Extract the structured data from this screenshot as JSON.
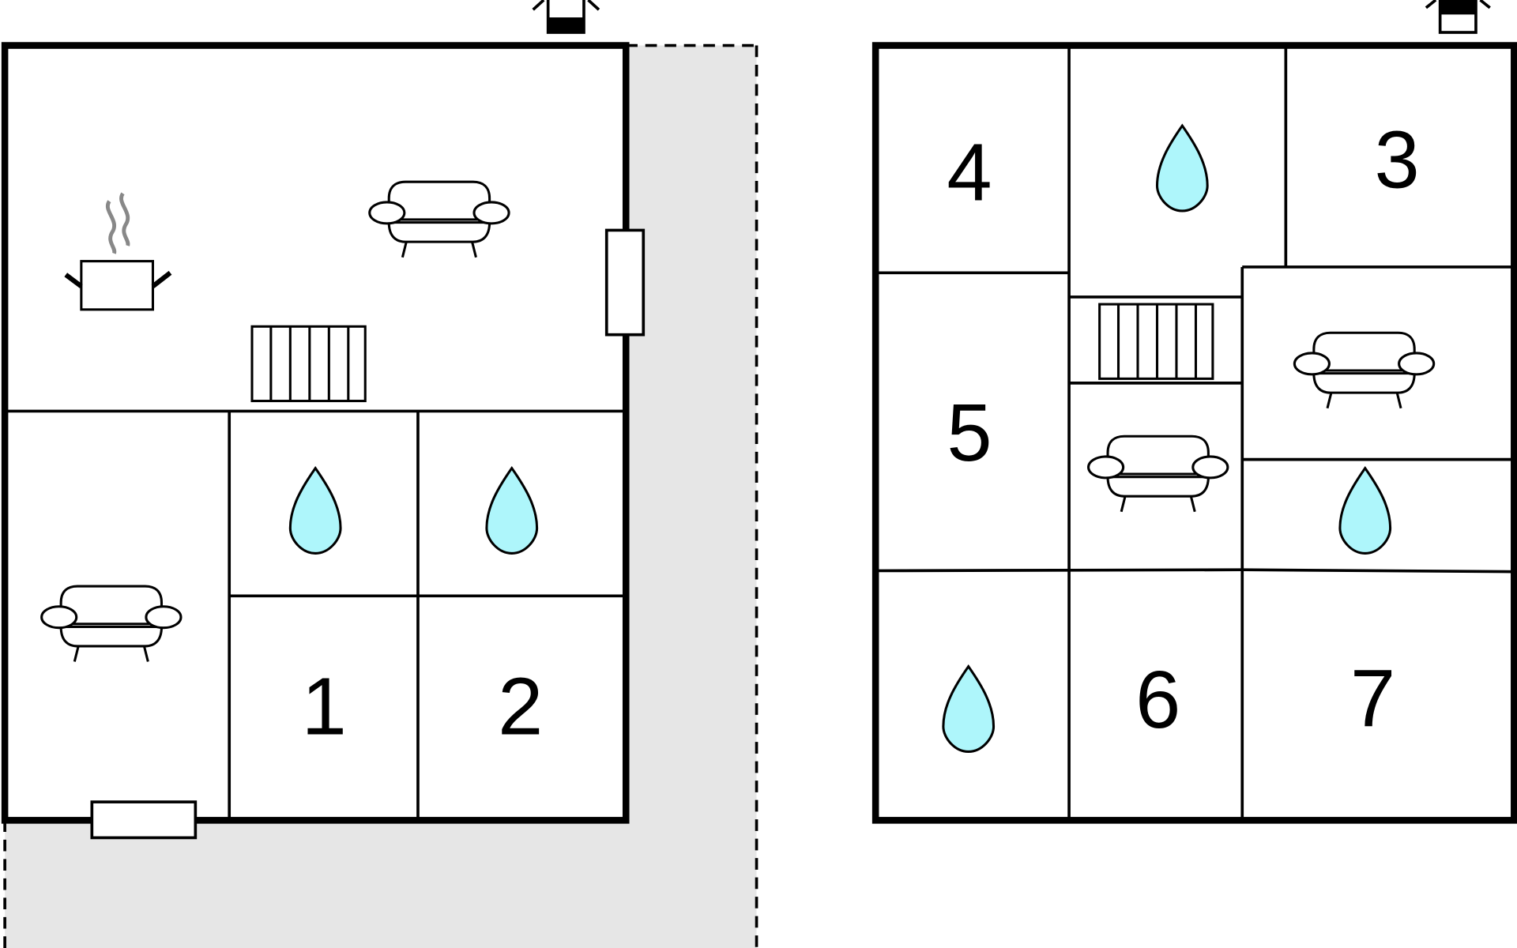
{
  "plans": [
    {
      "name": "left-floor",
      "rooms": [
        "1",
        "2"
      ]
    },
    {
      "name": "right-floor",
      "rooms": [
        "4",
        "3",
        "5",
        "6",
        "7"
      ]
    }
  ],
  "colors": {
    "water": "#aef6fb",
    "outdoor": "#e6e6e6",
    "steam": "#888888"
  }
}
